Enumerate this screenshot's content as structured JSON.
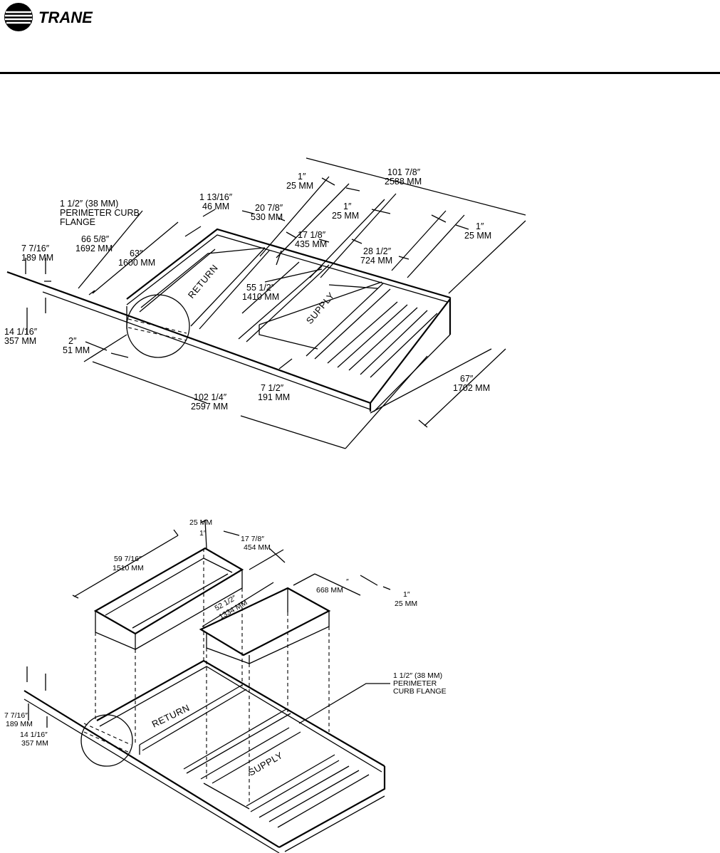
{
  "header": {
    "brand": "TRANE",
    "accent": "#000000"
  },
  "fig1": {
    "labels": {
      "return": "RETURN",
      "supply": "SUPPLY"
    },
    "dims": {
      "flange1": "1 1/2″ (38 MM)",
      "flange2": "PERIMETER CURB",
      "flange3": "FLANGE",
      "d1a": "7 7/16″",
      "d1b": "189 MM",
      "d2a": "66 5/8″",
      "d2b": "1692 MM",
      "d3a": "63″",
      "d3b": "1600 MM",
      "d4a": "1 13/16″",
      "d4b": "46 MM",
      "d5a": "20 7/8″",
      "d5b": "530 MM",
      "d6a": "1″",
      "d6b": "25 MM",
      "d7a": "101 7/8″",
      "d7b": "2588 MM",
      "d8a": "1″",
      "d8b": "25 MM",
      "d9a": "17 1/8″",
      "d9b": "435 MM",
      "d10a": "28 1/2″",
      "d10b": "724 MM",
      "d11a": "1″",
      "d11b": "25 MM",
      "d12a": "55 1/2″",
      "d12b": "1410 MM",
      "d13a": "14 1/16″",
      "d13b": "357 MM",
      "d14a": "2″",
      "d14b": "51 MM",
      "d15a": "102 1/4″",
      "d15b": "2597 MM",
      "d16a": "7 1/2″",
      "d16b": "191 MM",
      "d17a": "67″",
      "d17b": "1702 MM"
    }
  },
  "fig2": {
    "labels": {
      "return": "RETURN",
      "supply": "SUPPLY"
    },
    "dims": {
      "e1a": "1″",
      "e1b": "25 MM",
      "e2a": "17 7/8″",
      "e2b": "454 MM",
      "e3a": "59 7/16″",
      "e3b": "1510 MM",
      "e4a": "52 1/2″",
      "e4b": "1334 MM",
      "e5a": "668 MM",
      "e5b": "″",
      "e6a": "1″",
      "e6b": "25 MM",
      "flange1": "1 1/2″ (38 MM)",
      "flange2": "PERIMETER",
      "flange3": "CURB FLANGE",
      "e7a": "7 7/16″",
      "e7b": "189 MM",
      "e8a": "14 1/16″",
      "e8b": "357 MM"
    }
  }
}
